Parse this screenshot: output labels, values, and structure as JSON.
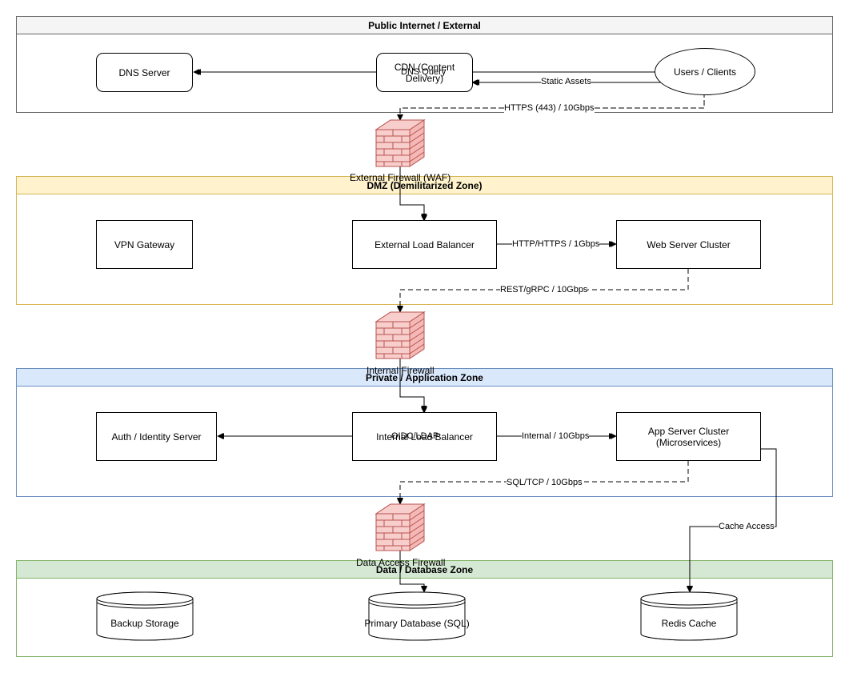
{
  "zones": {
    "public": {
      "title": "Public Internet / External",
      "header_fill": "#f5f5f5",
      "border": "#666666"
    },
    "dmz": {
      "title": "DMZ (Demilitarized Zone)",
      "header_fill": "#fff2cc",
      "border": "#d6b656"
    },
    "private": {
      "title": "Private / Application Zone",
      "header_fill": "#dae8fc",
      "border": "#6c8ebf"
    },
    "data": {
      "title": "Data / Database Zone",
      "header_fill": "#d5e8d4",
      "border": "#82b366"
    }
  },
  "nodes": {
    "dns_server": "DNS Server",
    "cdn": "CDN (Content Delivery)",
    "users": "Users / Clients",
    "vpn_gateway": "VPN Gateway",
    "external_lb": "External Load Balancer",
    "web_cluster": "Web Server Cluster",
    "auth_server": "Auth / Identity Server",
    "internal_lb": "Internal Load Balancer",
    "app_cluster": "App Server Cluster (Microservices)",
    "backup_storage": "Backup Storage",
    "primary_db": "Primary Database (SQL)",
    "redis_cache": "Redis Cache"
  },
  "firewalls": {
    "external": "External Firewall (WAF)",
    "internal": "Internal Firewall",
    "data_access": "Data Access Firewall"
  },
  "edges": {
    "dns_query": "DNS Query",
    "static_assets": "Static Assets",
    "https": "HTTPS (443) / 10Gbps",
    "http_https": "HTTP/HTTPS / 1Gbps",
    "rest_grpc": "REST/gRPC / 10Gbps",
    "oidc_ldap": "OIDC/LDAP",
    "internal": "Internal / 10Gbps",
    "sql_tcp": "SQL/TCP / 10Gbps",
    "cache_access": "Cache Access"
  },
  "colors": {
    "firewall_fill": "#f8cecc",
    "firewall_stroke": "#b85450"
  }
}
